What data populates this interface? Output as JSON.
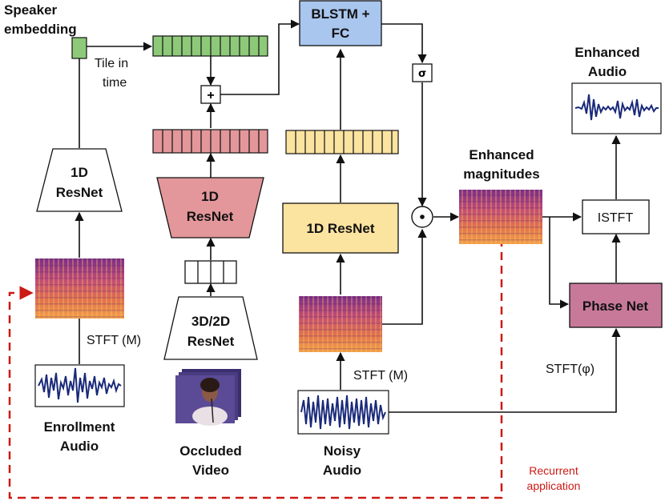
{
  "colors": {
    "green": "#8ec97a",
    "pink": "#e3979a",
    "yellow": "#fbe3a0",
    "blue": "#a9c6ee",
    "purple": "#c8799a",
    "red_dashed": "#cc1a14"
  },
  "nodes": {
    "speaker_embedding": [
      "Speaker",
      "embedding"
    ],
    "tile_in_time": [
      "Tile in",
      "time"
    ],
    "blstm_fc": [
      "BLSTM +",
      "FC"
    ],
    "sigma": "σ",
    "plus": "+",
    "dot": "⊙",
    "enhanced_audio": [
      "Enhanced",
      "Audio"
    ],
    "enhanced_magnitudes": [
      "Enhanced",
      "magnitudes"
    ],
    "resnet_1d_left": [
      "1D",
      "ResNet"
    ],
    "resnet_1d_mid": [
      "1D",
      "ResNet"
    ],
    "resnet_1d_noisy": "1D ResNet",
    "istft": "ISTFT",
    "phase_net": "Phase Net",
    "resnet_3d2d": [
      "3D/2D",
      "ResNet"
    ],
    "stft_m_enroll": "STFT (M)",
    "stft_m_noisy": "STFT (M)",
    "stft_phi": "STFT(φ)",
    "enrollment_audio": [
      "Enrollment",
      "Audio"
    ],
    "occluded_video": [
      "Occluded",
      "Video"
    ],
    "noisy_audio": [
      "Noisy",
      "Audio"
    ],
    "recurrent_application": [
      "Recurrent",
      "application"
    ]
  },
  "icons": [
    "spectrogram-icon",
    "waveform-icon",
    "video-frames-icon"
  ]
}
